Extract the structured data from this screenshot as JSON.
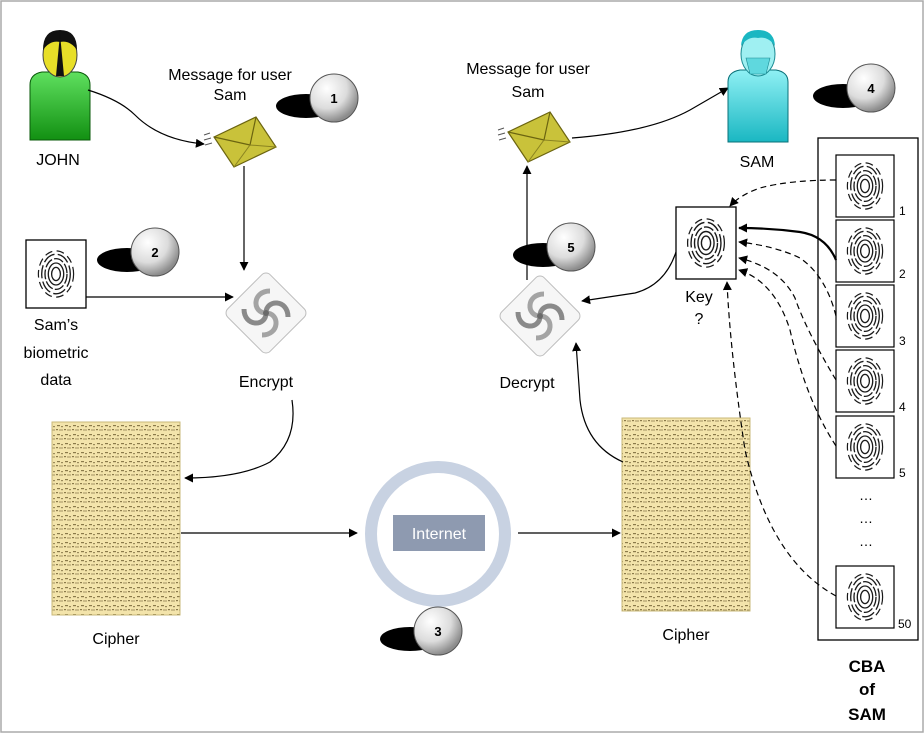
{
  "actors": {
    "sender": "JOHN",
    "receiver": "SAM"
  },
  "labels": {
    "message_left_line1": "Message for user",
    "message_left_line2": "Sam",
    "message_right_line1": "Message for user",
    "message_right_line2": "Sam",
    "biometric_line1": "Sam’s",
    "biometric_line2": "biometric",
    "biometric_line3": "data",
    "encrypt": "Encrypt",
    "decrypt": "Decrypt",
    "cipher_left": "Cipher",
    "cipher_right": "Cipher",
    "internet": "Internet",
    "key_line1": "Key",
    "key_line2": "?"
  },
  "steps": [
    "1",
    "2",
    "3",
    "4",
    "5"
  ],
  "cba": {
    "title_line1": "CBA",
    "title_line2": "of",
    "title_line3": "SAM",
    "indices": [
      "1",
      "2",
      "3",
      "4",
      "5",
      "50"
    ],
    "ellipsis": "…"
  },
  "colors": {
    "john_green": "#22b822",
    "sam_cyan": "#3fd4dc",
    "envelope_olive": "#c9c23a",
    "paper_yellow": "#f2e2a8",
    "internet_ring": "#c8d2e2",
    "internet_box": "#8e9ab0"
  },
  "icons": {
    "sender": "person-icon",
    "receiver": "person-icon",
    "message": "envelope-icon",
    "crypto": "swirl-icon",
    "biometric": "fingerprint-icon",
    "cipher": "paper-icon",
    "step": "step-ball-icon"
  }
}
